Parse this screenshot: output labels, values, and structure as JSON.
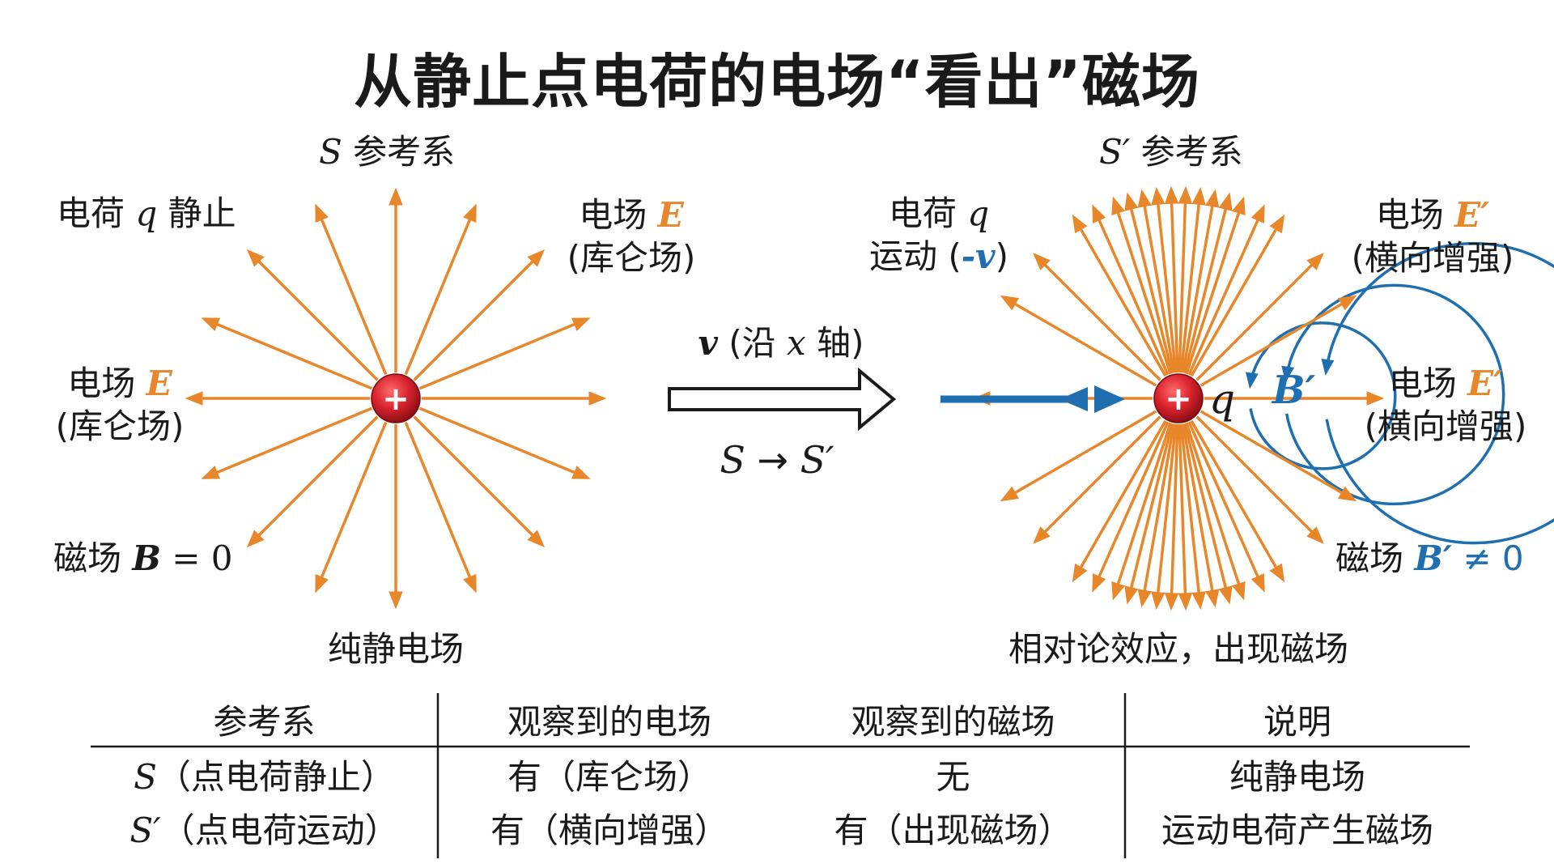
{
  "title": "从静止点电荷的电场“看出”磁场",
  "left_panel": {
    "frame_symbol": "S",
    "frame_label": "参考系",
    "charge_prefix": "电荷",
    "charge_symbol": "q",
    "charge_suffix": "静止",
    "efield_top_prefix": "电场",
    "efield_top_symbol": "E",
    "efield_top_sub": "(库仑场)",
    "efield_side_prefix": "电场",
    "efield_side_symbol": "E",
    "efield_side_sub": "(库仑场)",
    "bfield_prefix": "磁场",
    "bfield_symbol": "B",
    "bfield_value": "= 0",
    "caption": "纯静电场",
    "charge_sign": "+"
  },
  "middle": {
    "velocity_symbol": "v",
    "velocity_note_open": "(沿",
    "velocity_axis": "x",
    "velocity_note_close": "轴)",
    "transform_from": "S",
    "transform_arrow": "→",
    "transform_to": "S′"
  },
  "right_panel": {
    "frame_symbol": "S′",
    "frame_label": "参考系",
    "charge_line1_prefix": "电荷",
    "charge_symbol": "q",
    "charge_line2_prefix": "运动 (",
    "charge_velocity": "-v",
    "charge_line2_suffix": ")",
    "efield_top_prefix": "电场",
    "efield_top_symbol": "E′",
    "efield_top_sub": "(横向增强)",
    "efield_side_prefix": "电场",
    "efield_side_symbol": "E′",
    "efield_side_sub": "(横向增强)",
    "bfield_prefix": "磁场",
    "bfield_symbol": "B′",
    "bfield_value": "≠ 0",
    "q_label": "q",
    "b_label": "B′",
    "caption": "相对论效应，出现磁场",
    "charge_sign": "+"
  },
  "table": {
    "headers": [
      "参考系",
      "观察到的电场",
      "观察到的磁场",
      "说明"
    ],
    "rows": [
      {
        "frame_symbol": "S",
        "frame_note": "（点电荷静止）",
        "efield": "有（库仑场）",
        "bfield": "无",
        "note": "纯静电场"
      },
      {
        "frame_symbol": "S′",
        "frame_note": "（点电荷运动）",
        "efield": "有（横向增强）",
        "bfield": "有（出现磁场）",
        "note": "运动电荷产生磁场"
      }
    ]
  },
  "colors": {
    "field_lines": "#e8862a",
    "magnetic": "#1f6fb0",
    "charge": "#d9232e",
    "text": "#1a1a1a"
  }
}
